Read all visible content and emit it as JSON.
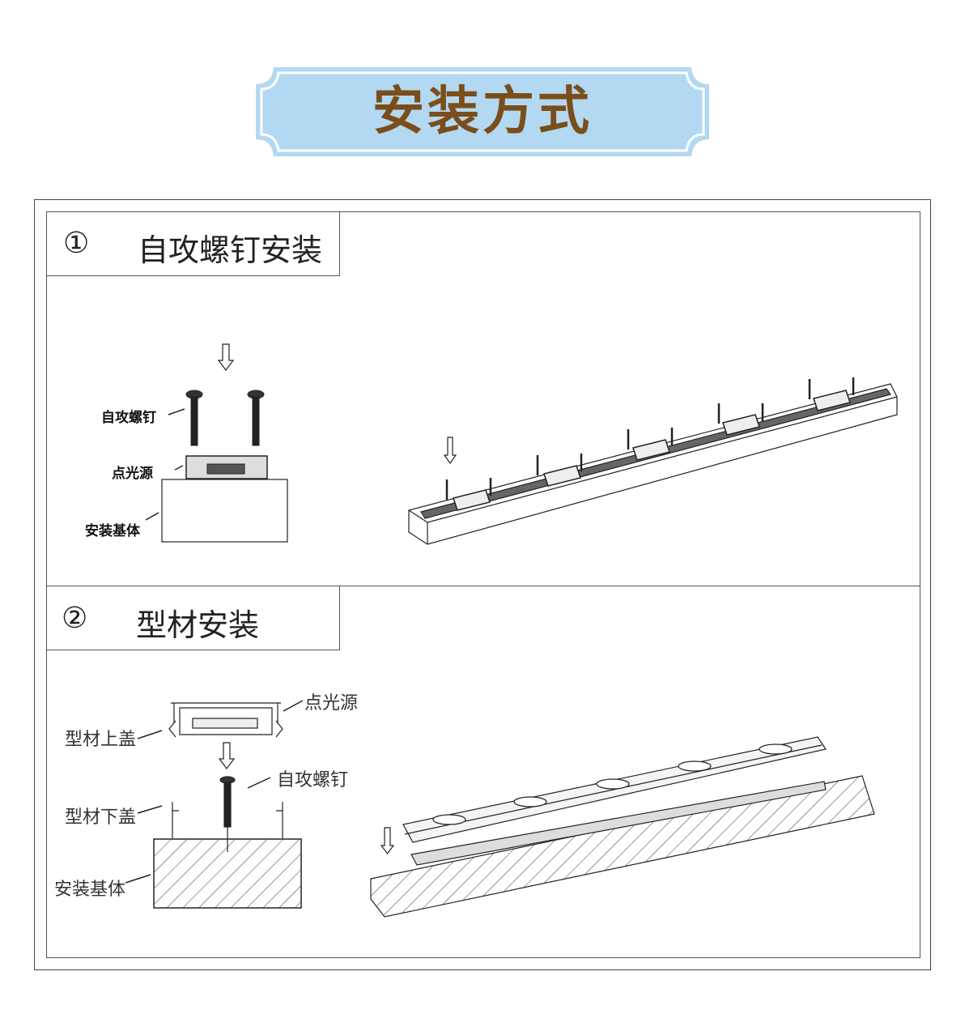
{
  "title": "安装方式",
  "colors": {
    "banner_fill": "#b3d8f2",
    "title_text": "#7a4e1a"
  },
  "sections": [
    {
      "number": "①",
      "heading": "自攻螺钉安装",
      "labels": {
        "screw": "自攻螺钉",
        "light": "点光源",
        "base": "安装基体"
      }
    },
    {
      "number": "②",
      "heading": "型材安装",
      "labels": {
        "light": "点光源",
        "top_cover": "型材上盖",
        "screw": "自攻螺钉",
        "bottom_cover": "型材下盖",
        "base": "安装基体"
      }
    }
  ]
}
